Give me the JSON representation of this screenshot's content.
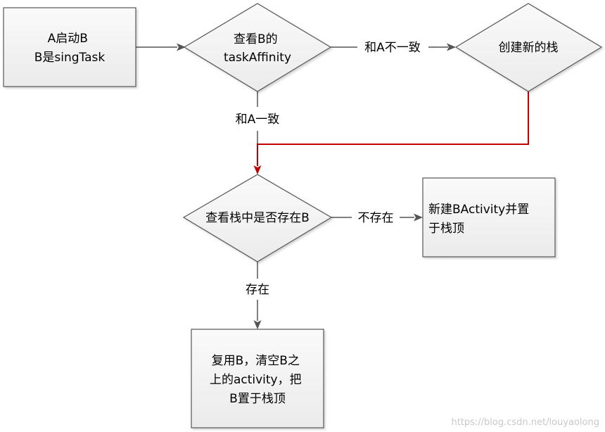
{
  "diagram": {
    "nodes": {
      "start": {
        "lines": [
          "A启动B",
          "B是singTask"
        ]
      },
      "check_affinity": {
        "lines": [
          "查看B的",
          "taskAffinity"
        ]
      },
      "create_stack": {
        "lines": [
          "创建新的栈"
        ]
      },
      "check_exists": {
        "lines": [
          "查看栈中是否存在B"
        ]
      },
      "new_activity": {
        "lines": [
          "新建BActivity并置",
          "于栈顶"
        ]
      },
      "reuse": {
        "lines": [
          "复用B，清空B之",
          "上的activity，把",
          "B置于栈顶"
        ]
      }
    },
    "edges": {
      "start_to_check": {
        "label": ""
      },
      "affinity_differs": {
        "label": "和A不一致"
      },
      "affinity_same": {
        "label": "和A一致"
      },
      "new_stack_joins": {
        "label": ""
      },
      "not_exists": {
        "label": "不存在"
      },
      "exists": {
        "label": "存在"
      }
    }
  },
  "colors": {
    "line": "#555555",
    "highlight_line": "#c00000",
    "box_fill": "#f2f2f2",
    "box_stroke": "#555555",
    "diamond_fill": "#f2f2f2"
  },
  "watermark": "https://blog.csdn.net/louyaolong"
}
